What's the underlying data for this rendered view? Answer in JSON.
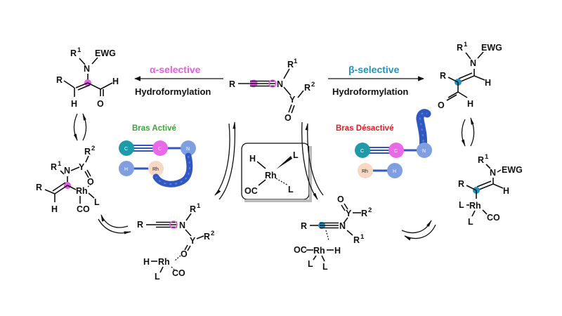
{
  "header": {
    "alpha_label": "α-selective",
    "beta_label": "β-selective",
    "hydroformylation_label": "Hydroformylation"
  },
  "arms": {
    "active_label": "Bras Activé",
    "deactivated_label": "Bras Désactivé"
  },
  "nodes": {
    "c": "C",
    "n": "N",
    "h": "H",
    "rh": "Rh"
  },
  "atoms": {
    "R": "R",
    "N": "N",
    "Y": "Y",
    "O": "O",
    "H": "H",
    "L": "L",
    "Rh": "Rh",
    "CO": "CO",
    "OC": "OC",
    "EWG": "EWG",
    "R1": "R",
    "R2": "R",
    "sup1": "1",
    "sup2": "2"
  },
  "colors": {
    "alpha": "#e85ce8",
    "beta": "#1a95c4",
    "active": "#3aa53a",
    "deactivated": "#e02020",
    "teal_node": "#1e9aa8",
    "magenta_node": "#e86ae8",
    "blue_node": "#7f9fe0",
    "rh_node": "#f6d8c4",
    "chain": "#3058c0"
  }
}
